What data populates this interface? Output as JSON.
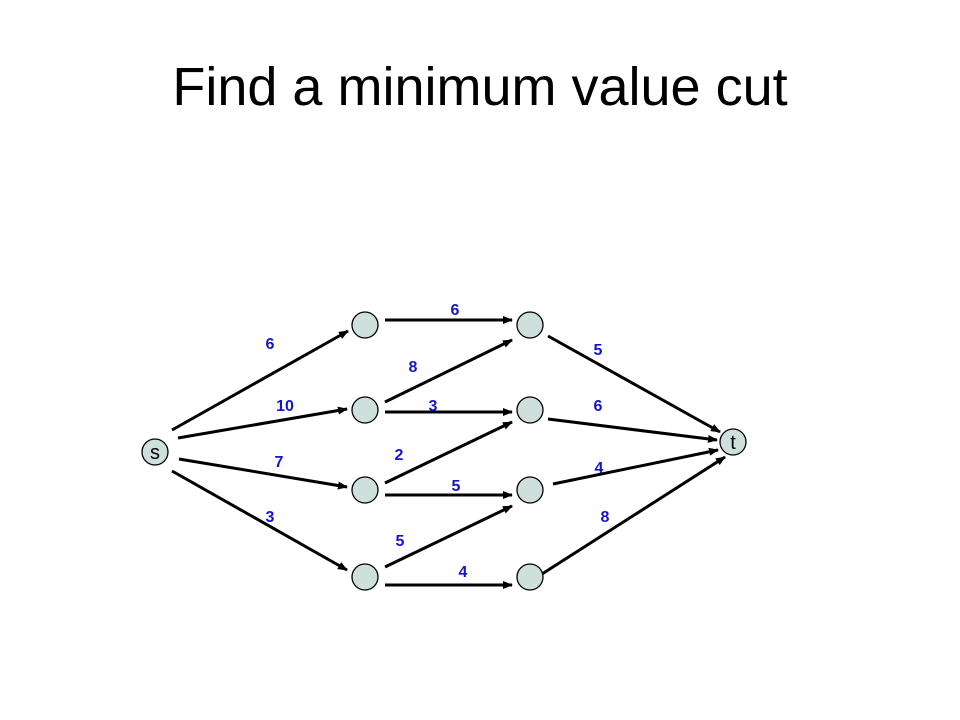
{
  "title": "Find a minimum value cut",
  "colors": {
    "node_fill": "#cde0dc",
    "edge": "#000000",
    "capacity_label": "#1515c8"
  },
  "nodes": [
    {
      "id": "s",
      "label": "s"
    },
    {
      "id": "a1",
      "label": ""
    },
    {
      "id": "a2",
      "label": ""
    },
    {
      "id": "a3",
      "label": ""
    },
    {
      "id": "a4",
      "label": ""
    },
    {
      "id": "b1",
      "label": ""
    },
    {
      "id": "b2",
      "label": ""
    },
    {
      "id": "b3",
      "label": ""
    },
    {
      "id": "b4",
      "label": ""
    },
    {
      "id": "t",
      "label": "t"
    }
  ],
  "edges": [
    {
      "from": "s",
      "to": "a1",
      "capacity": "6"
    },
    {
      "from": "s",
      "to": "a2",
      "capacity": "10"
    },
    {
      "from": "s",
      "to": "a3",
      "capacity": "7"
    },
    {
      "from": "s",
      "to": "a4",
      "capacity": "3"
    },
    {
      "from": "a1",
      "to": "b1",
      "capacity": "6"
    },
    {
      "from": "a2",
      "to": "b1",
      "capacity": "8"
    },
    {
      "from": "a2",
      "to": "b2",
      "capacity": "3"
    },
    {
      "from": "a3",
      "to": "b2",
      "capacity": "2"
    },
    {
      "from": "a3",
      "to": "b3",
      "capacity": "5"
    },
    {
      "from": "a4",
      "to": "b3",
      "capacity": "5"
    },
    {
      "from": "a4",
      "to": "b4",
      "capacity": "4"
    },
    {
      "from": "b1",
      "to": "t",
      "capacity": "5"
    },
    {
      "from": "b2",
      "to": "t",
      "capacity": "6"
    },
    {
      "from": "b3",
      "to": "t",
      "capacity": "4"
    },
    {
      "from": "b4",
      "to": "t",
      "capacity": "8"
    }
  ]
}
